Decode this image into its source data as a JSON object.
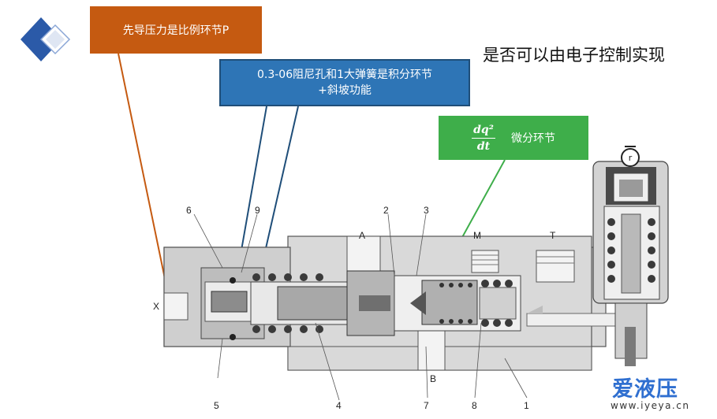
{
  "callouts": {
    "p_label": "先导压力是比例环节P",
    "i_line1": "0.3-06阻尼孔和1大弹簧是积分环节",
    "i_line2": "+斜坡功能",
    "d_numerator": "dq²",
    "d_denominator": "dt",
    "d_label": "微分环节"
  },
  "question": "是否可以由电子控制实现",
  "parts": {
    "p6": "6",
    "p9": "9",
    "p2": "2",
    "p3": "3",
    "A": "A",
    "M": "M",
    "T": "T",
    "X": "X",
    "p5": "5",
    "p4": "4",
    "p7": "7",
    "B": "B",
    "p8": "8",
    "p1": "1"
  },
  "watermark": {
    "brand": "爱液压",
    "url": "www.iyeya.cn"
  },
  "colors": {
    "p_box": "#c55a11",
    "i_box": "#2e75b6",
    "d_box": "#3eae4a"
  }
}
